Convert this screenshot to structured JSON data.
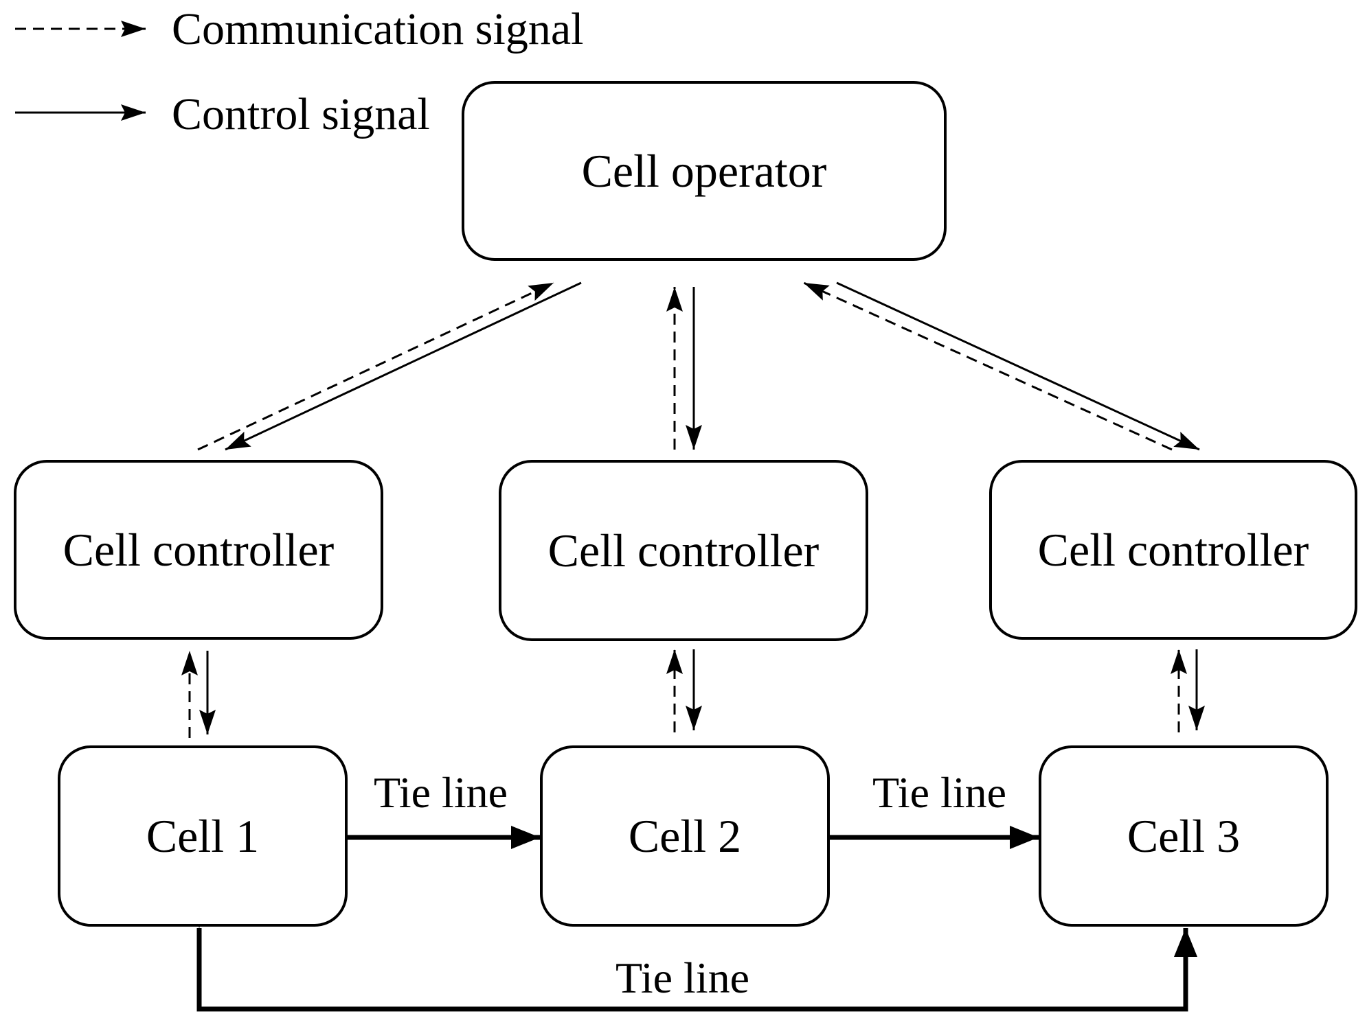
{
  "legend": {
    "communication_label": "Communication signal",
    "control_label": "Control signal"
  },
  "operator": {
    "label": "Cell operator"
  },
  "controllers": [
    {
      "label": "Cell controller"
    },
    {
      "label": "Cell controller"
    },
    {
      "label": "Cell controller"
    }
  ],
  "cells": [
    {
      "label": "Cell 1"
    },
    {
      "label": "Cell 2"
    },
    {
      "label": "Cell 3"
    }
  ],
  "tie_lines": {
    "cell1_cell2": "Tie line",
    "cell2_cell3": "Tie line",
    "cell1_cell3": "Tie line"
  }
}
